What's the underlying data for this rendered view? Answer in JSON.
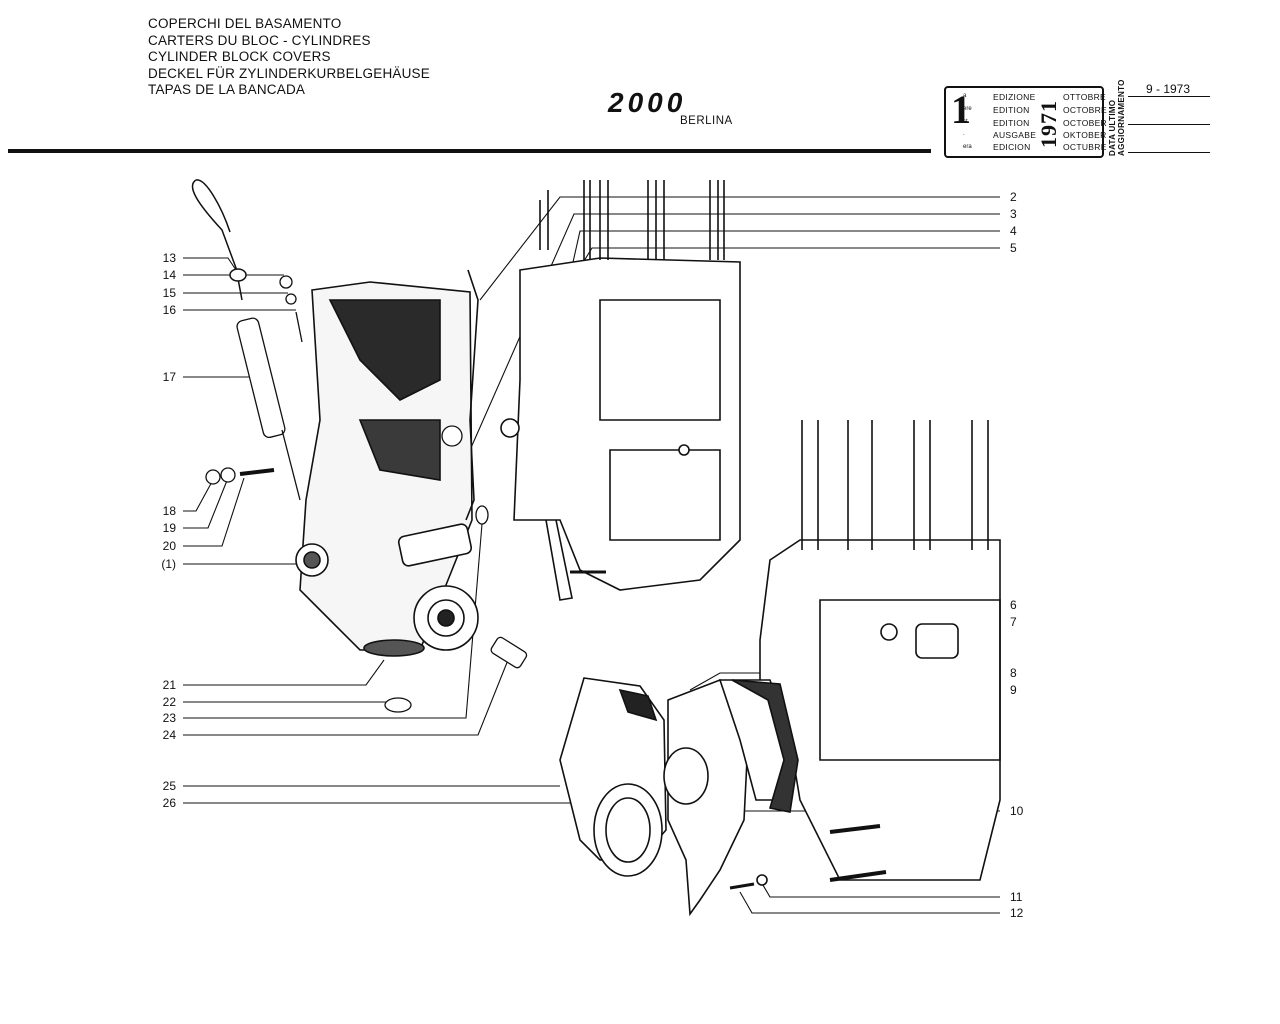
{
  "header": {
    "titles": [
      "COPERCHI DEL BASAMENTO",
      "CARTERS DU BLOC - CYLINDRES",
      "CYLINDER BLOCK COVERS",
      "DECKEL FÜR ZYLINDERKURBELGEHÄUSE",
      "TAPAS DE LA BANCADA"
    ],
    "model_logo": "2000",
    "model_sub": "BERLINA"
  },
  "edition": {
    "number": "1",
    "suffixes": [
      "a",
      "ere",
      "st",
      ".",
      "era"
    ],
    "words": [
      "EDIZIONE",
      "EDITION",
      "EDITION",
      "AUSGABE",
      "EDICION"
    ],
    "year": "1971",
    "months": [
      "OTTOBRE",
      "OCTOBRE",
      "OCTOBER",
      "OKTOBER",
      "OCTUBRE"
    ],
    "update_label": "DATA ULTIMO AGGIORNAMENTO",
    "update_date": "9 - 1973"
  },
  "callouts": {
    "left": [
      "13",
      "14",
      "15",
      "16",
      "17",
      "18",
      "19",
      "20",
      "(1)",
      "21",
      "22",
      "23",
      "24",
      "25",
      "26"
    ],
    "right": [
      "2",
      "3",
      "4",
      "5",
      "6",
      "7",
      "8",
      "9",
      "10",
      "11",
      "12"
    ]
  }
}
